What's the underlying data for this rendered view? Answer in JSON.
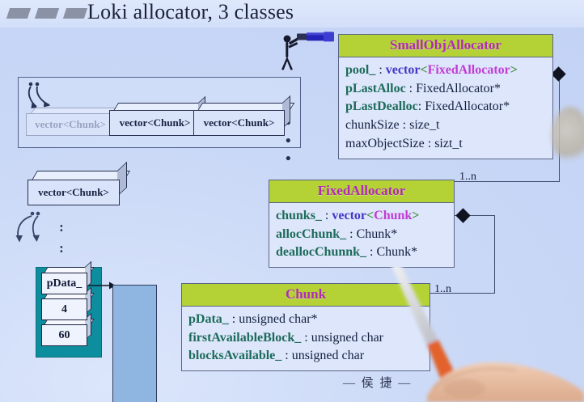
{
  "slide": {
    "title": "Loki allocator, 3 classes",
    "attribution": "— 侯 捷 —",
    "background_color": "#c6d6f7",
    "header_color": "#b4d235",
    "class_name_color": "#b12ab6",
    "member_name_color": "#1d6b5a"
  },
  "classes": [
    {
      "name": "SmallObjAllocator",
      "members": [
        {
          "name": "pool_",
          "sep": " : ",
          "type_pre": "vector",
          "open": "<",
          "arg": "FixedAllocator",
          "close": ">",
          "type_plain": ""
        },
        {
          "name": "pLastAlloc",
          "sep": " : ",
          "type_plain": "FixedAllocator*"
        },
        {
          "name": "pLastDealloc",
          "sep": ": ",
          "type_plain": "FixedAllocator*"
        },
        {
          "name_plain": "chunkSize",
          "sep": " : ",
          "type_plain": "size_t"
        },
        {
          "name_plain": "maxObjectSize",
          "sep": " : ",
          "type_plain": "sizt_t"
        }
      ]
    },
    {
      "name": "FixedAllocator",
      "members": [
        {
          "name": "chunks_",
          "sep": " : ",
          "type_pre": "vector",
          "open": "<",
          "arg": "Chunk",
          "close": ">",
          "type_plain": ""
        },
        {
          "name": "allocChunk_",
          "sep": " : ",
          "type_plain": "Chunk*"
        },
        {
          "name": "deallocChunnk_",
          "sep": " : ",
          "type_plain": "Chunk*"
        }
      ]
    },
    {
      "name": "Chunk",
      "members": [
        {
          "name": "pData_",
          "sep": " : ",
          "type_plain": "unsigned char*"
        },
        {
          "name": "firstAvailableBlock_",
          "sep": " : ",
          "type_plain": "unsigned char"
        },
        {
          "name": "blocksAvailable_",
          "sep": " : ",
          "type_plain": "unsigned char"
        }
      ]
    }
  ],
  "associations": [
    {
      "id": "smallobj-to-fixed",
      "multiplicity": "1..n"
    },
    {
      "id": "fixed-to-chunk",
      "multiplicity": "1..n"
    }
  ],
  "vector_frame": {
    "cubes": [
      {
        "label": "vector<Chunk>",
        "faded": true
      },
      {
        "label": "vector<Chunk>",
        "faded": false
      },
      {
        "label": "vector<Chunk>",
        "faded": false
      }
    ],
    "ellipsis": "• • •"
  },
  "chunk_detail": {
    "cube_label": "vector<Chunk>",
    "vertical_ellipsis": ": : :",
    "stack": [
      {
        "label": "pData_"
      },
      {
        "label": "4"
      },
      {
        "label": "60"
      }
    ]
  },
  "icons": {
    "presenter": "presenter-telescope-icon",
    "pointer": "pointer-stick-icon",
    "curved_arrow": "curved-arrow-icon"
  }
}
